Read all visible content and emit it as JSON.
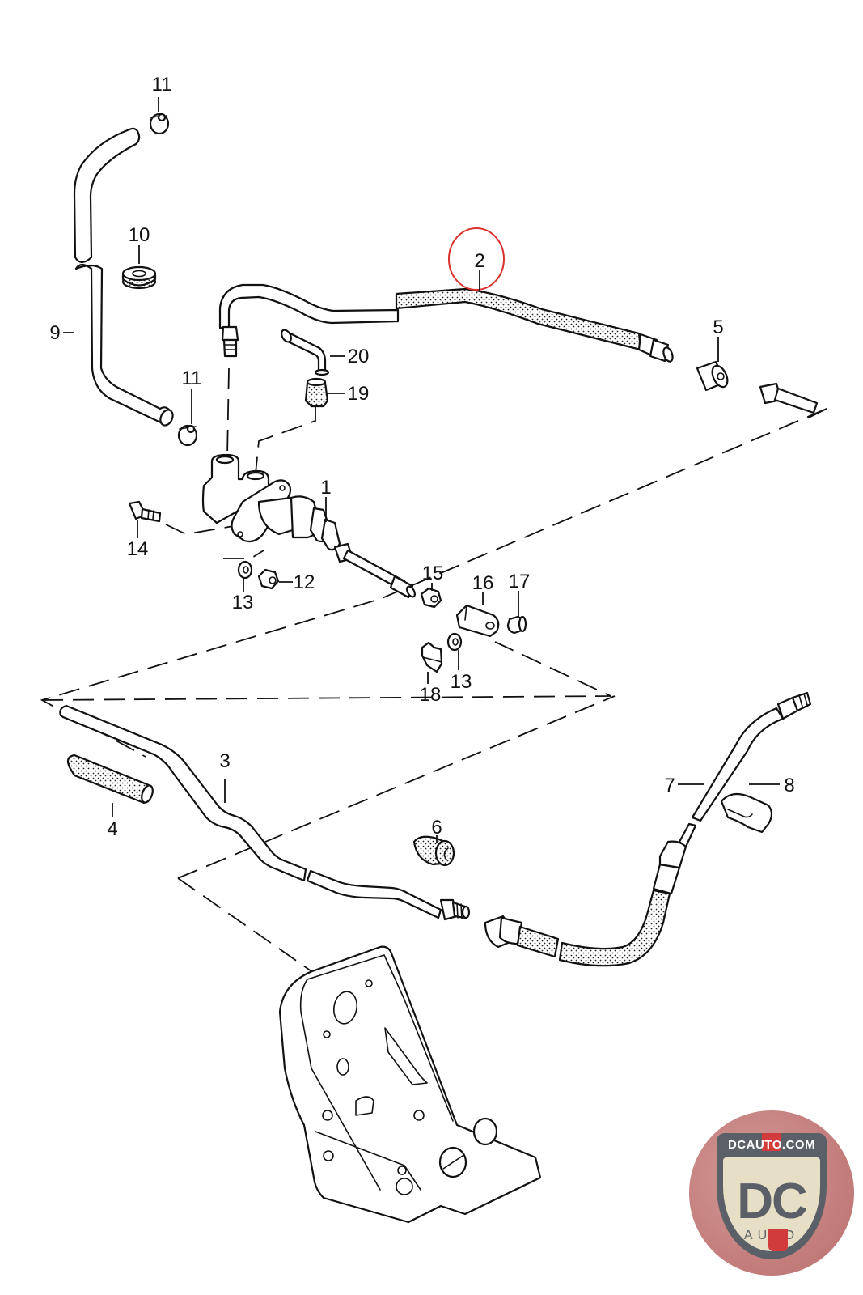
{
  "diagram": {
    "title": "Clutch master cylinder and hydraulic line assembly",
    "highlighted_part": "2",
    "highlight_color": "#d9302b",
    "callouts": [
      {
        "id": "c1",
        "label": "1"
      },
      {
        "id": "c2",
        "label": "2"
      },
      {
        "id": "c3",
        "label": "3"
      },
      {
        "id": "c4",
        "label": "4"
      },
      {
        "id": "c5",
        "label": "5"
      },
      {
        "id": "c6",
        "label": "6"
      },
      {
        "id": "c7",
        "label": "7"
      },
      {
        "id": "c8",
        "label": "8"
      },
      {
        "id": "c9",
        "label": "9"
      },
      {
        "id": "c10",
        "label": "10"
      },
      {
        "id": "c11a",
        "label": "11"
      },
      {
        "id": "c11b",
        "label": "11"
      },
      {
        "id": "c12",
        "label": "12"
      },
      {
        "id": "c13a",
        "label": "13"
      },
      {
        "id": "c13b",
        "label": "13"
      },
      {
        "id": "c14",
        "label": "14"
      },
      {
        "id": "c15",
        "label": "15"
      },
      {
        "id": "c16",
        "label": "16"
      },
      {
        "id": "c17",
        "label": "17"
      },
      {
        "id": "c18",
        "label": "18"
      },
      {
        "id": "c19",
        "label": "19"
      },
      {
        "id": "c20",
        "label": "20"
      }
    ]
  },
  "watermark": {
    "site": "DCAUTO.COM",
    "brand": "DC",
    "sub": "AUTO",
    "colors": {
      "shield": "#5b6068",
      "field": "#e6dfc6",
      "stripe": "#d23b3b",
      "badge": "#c47f7d"
    }
  }
}
